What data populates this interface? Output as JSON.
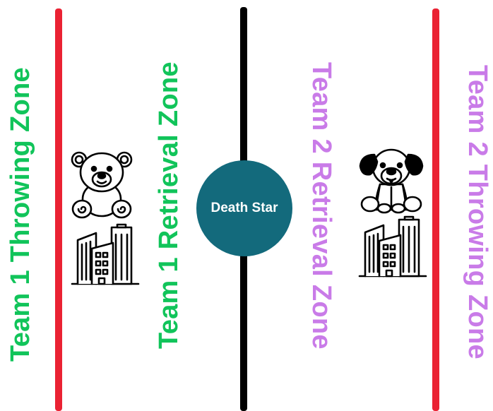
{
  "zones": {
    "team1_throwing": "Team 1 Throwing Zone",
    "team1_retrieval": "Team 1 Retrieval Zone",
    "team2_retrieval": "Team 2 Retrieval Zone",
    "team2_throwing": "Team 2 Throwing Zone"
  },
  "center": {
    "label": "Death Star"
  },
  "colors": {
    "team1": "#11c45a",
    "team2": "#c97be8",
    "boundary": "#ea2233",
    "center_line": "#000000",
    "death_star": "#136a7c"
  },
  "icons": [
    "teddy-bear-icon",
    "city-buildings-icon",
    "puppy-icon",
    "city-buildings-icon"
  ]
}
